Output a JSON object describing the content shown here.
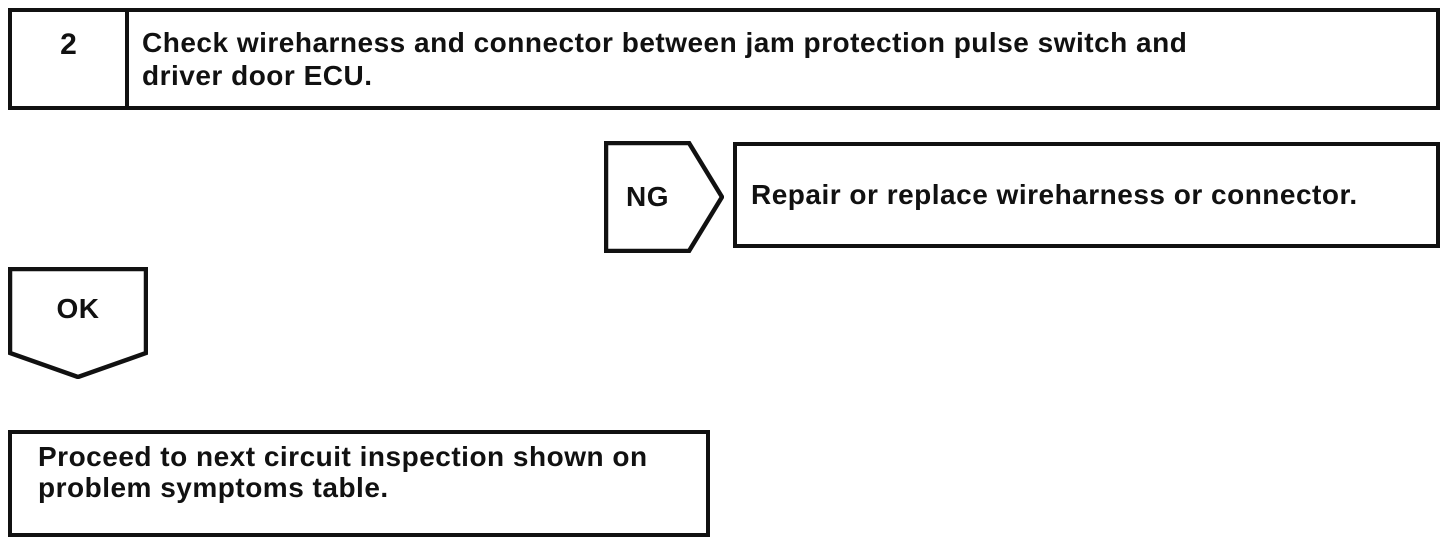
{
  "colors": {
    "ink": "#111111",
    "paper": "#ffffff"
  },
  "step_box": {
    "number": "2",
    "instruction": "Check wireharness and connector between jam protection pulse switch and driver door ECU."
  },
  "ng_branch": {
    "label": "NG",
    "action": "Repair or replace wireharness or connector."
  },
  "ok_branch": {
    "label": "OK",
    "action": "Proceed to next circuit inspection shown on problem symptoms table."
  }
}
